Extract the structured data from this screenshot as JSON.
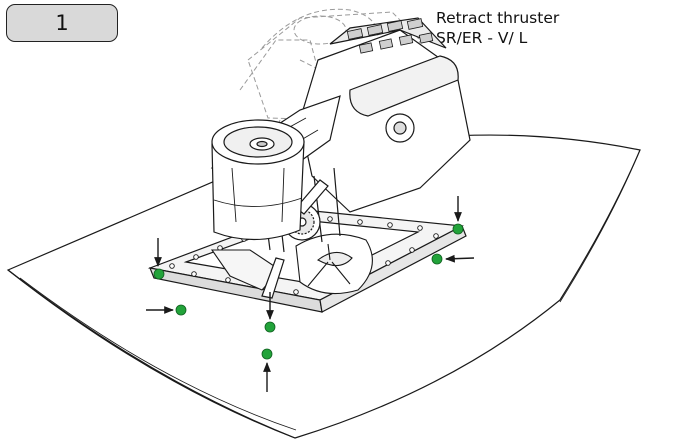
{
  "step": {
    "number": "1"
  },
  "title": {
    "line1": "Retract thruster",
    "line2": "SR/ER - V/ L"
  },
  "colors": {
    "fastener": "#22a33a",
    "line": "#1a1a1a",
    "badge_fill": "#d9d9d9",
    "ghost": "#9a9a9a"
  },
  "icons": {
    "arrow": "arrow-icon",
    "fastener": "fastener-dot-icon"
  }
}
